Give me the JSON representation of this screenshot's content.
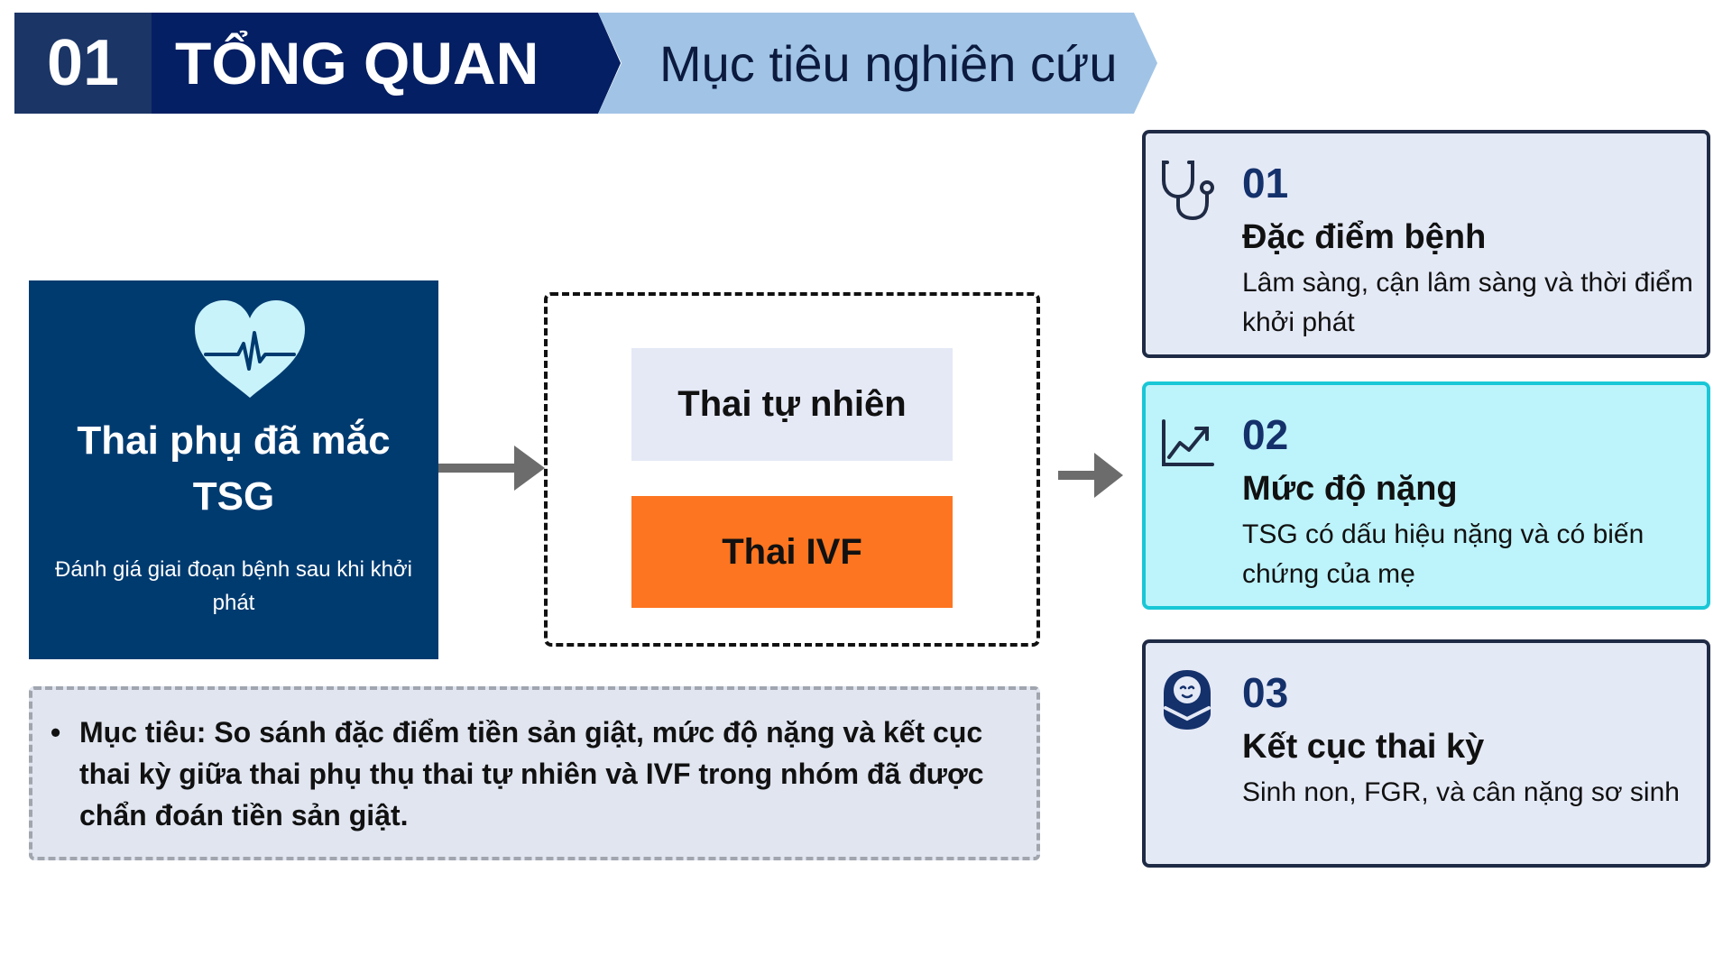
{
  "header": {
    "number": "01",
    "title": "TỔNG QUAN",
    "subtitle": "Mục tiêu nghiên cứu"
  },
  "left_box": {
    "icon": "heart-pulse-icon",
    "title": "Thai phụ đã mắc TSG",
    "description": "Đánh giá giai đoạn bệnh sau khi khởi phát"
  },
  "groups": {
    "option1": "Thai tự nhiên",
    "option2": "Thai IVF"
  },
  "goal": {
    "bullet": "•",
    "text": "Mục tiêu: So sánh đặc điểm tiền sản giật, mức độ nặng và kết cục thai kỳ giữa thai phụ thụ thai tự nhiên và IVF trong nhóm đã được chẩn đoán tiền sản giật."
  },
  "cards": [
    {
      "number": "01",
      "title": "Đặc điểm bệnh",
      "description": "Lâm sàng, cận lâm sàng và thời điểm khởi phát",
      "icon": "stethoscope-icon"
    },
    {
      "number": "02",
      "title": "Mức độ nặng",
      "description": "TSG có dấu hiệu nặng và có biến chứng của mẹ",
      "icon": "trend-chart-icon"
    },
    {
      "number": "03",
      "title": "Kết cục thai kỳ",
      "description": "Sinh non, FGR, và cân nặng sơ sinh",
      "icon": "baby-icon"
    }
  ],
  "colors": {
    "navy": "#041f63",
    "header_light": "#a1c4e6",
    "left_box": "#003b70",
    "ivf_orange": "#fd7520",
    "highlight_card": "#bdf3fb",
    "card_bg": "#e4e9f6"
  }
}
